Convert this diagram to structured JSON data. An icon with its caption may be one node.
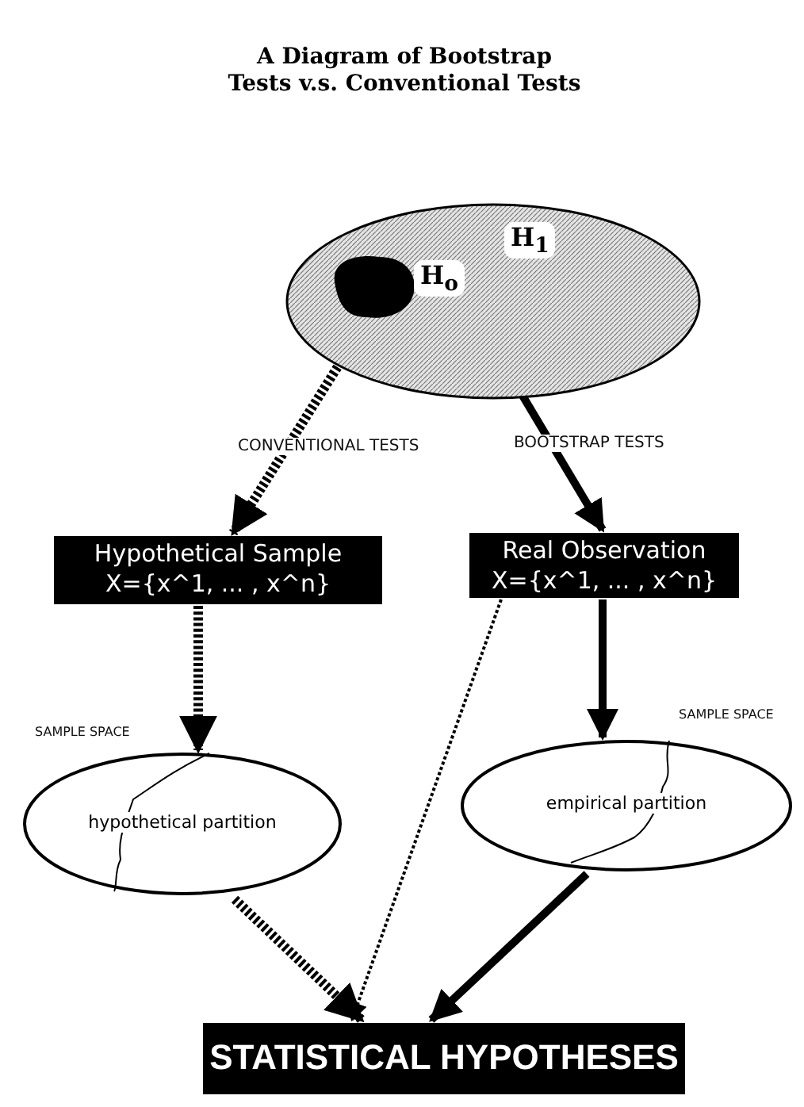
{
  "diagram": {
    "title": "A Diagram of Bootstrap Tests v.s. Conventional Tests",
    "nodes": [
      {
        "text": [
          "H$_{1}$"
        ]
      },
      {
        "text": [
          "H$_{o}$"
        ],
        "in": 0
      },
      {
        "text": [
          "Hypothetical Sample",
          "X={x^1, ... , x^n}"
        ]
      },
      {
        "text": [
          "Real Observation",
          "X={x^1, ... , x^n}"
        ]
      },
      {
        "text": [
          "hypothetical partition"
        ],
        "beside": [
          "SAMPLE SPACE"
        ]
      },
      {
        "text": [
          "empirical partition"
        ],
        "beside": [
          "SAMPLE SPACE"
        ]
      },
      {
        "text": [
          "STATISTICAL HYPOTHESES"
        ]
      }
    ],
    "edges": [
      {
        "from": 1,
        "to": 2,
        "arrow": "to",
        "label": "CONVENTIONAL TESTS",
        "style": "dashed"
      },
      {
        "from": 1,
        "to": 3,
        "arrow": "to",
        "label": "BOOTSTRAP TESTS"
      },
      {
        "from": 2,
        "to": 4,
        "arrow": "to",
        "style": "dashed"
      },
      {
        "from": 3,
        "to": 5,
        "arrow": "to"
      },
      {
        "from": 4,
        "to": 6,
        "arrow": "to",
        "style": "dashed"
      },
      {
        "from": 3,
        "to": 6,
        "arrow": "to",
        "style": "dashed"
      },
      {
        "from": 5,
        "to": 6,
        "arrow": "to"
      }
    ]
  }
}
